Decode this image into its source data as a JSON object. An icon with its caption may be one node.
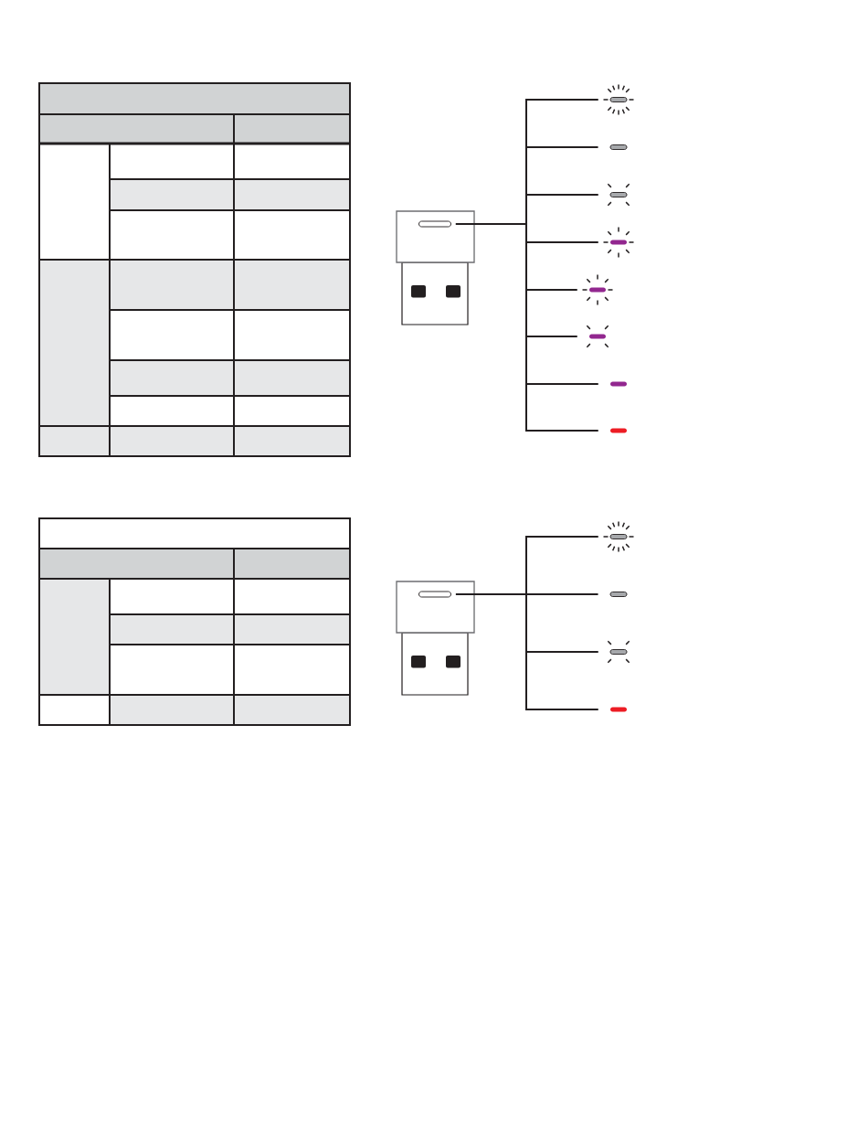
{
  "diagram": {
    "nodes": [
      {
        "text": [],
        "shape": "picture"
      },
      {
        "text": [],
        "shape": "bar",
        "in": 0
      },
      {
        "text": [],
        "shape": "picture"
      },
      {
        "text": [],
        "shape": "bar"
      },
      {
        "text": [],
        "shape": "picture"
      },
      {
        "text": [],
        "shape": "picture"
      },
      {
        "text": [],
        "shape": "picture"
      },
      {
        "text": [],
        "shape": "picture"
      },
      {
        "text": [],
        "shape": "bar"
      },
      {
        "text": [],
        "shape": "bar"
      },
      {
        "text": [],
        "shape": "picture"
      },
      {
        "text": [],
        "shape": "bar",
        "in": 10
      },
      {
        "text": [],
        "shape": "picture"
      },
      {
        "text": [],
        "shape": "bar"
      },
      {
        "text": [],
        "shape": "picture"
      },
      {
        "text": [],
        "shape": "bar"
      }
    ],
    "edges": [
      {
        "from": 1,
        "to": 2,
        "arrow": "none"
      },
      {
        "from": 1,
        "to": 3,
        "arrow": "none"
      },
      {
        "from": 1,
        "to": 4,
        "arrow": "none"
      },
      {
        "from": 1,
        "to": 5,
        "arrow": "none"
      },
      {
        "from": 1,
        "to": 6,
        "arrow": "none"
      },
      {
        "from": 1,
        "to": 7,
        "arrow": "none"
      },
      {
        "from": 1,
        "to": 8,
        "arrow": "none"
      },
      {
        "from": 1,
        "to": 9,
        "arrow": "none"
      },
      {
        "from": 11,
        "to": 12,
        "arrow": "none"
      },
      {
        "from": 11,
        "to": 13,
        "arrow": "none"
      },
      {
        "from": 11,
        "to": 14,
        "arrow": "none"
      },
      {
        "from": 11,
        "to": 15,
        "arrow": "none"
      }
    ]
  }
}
